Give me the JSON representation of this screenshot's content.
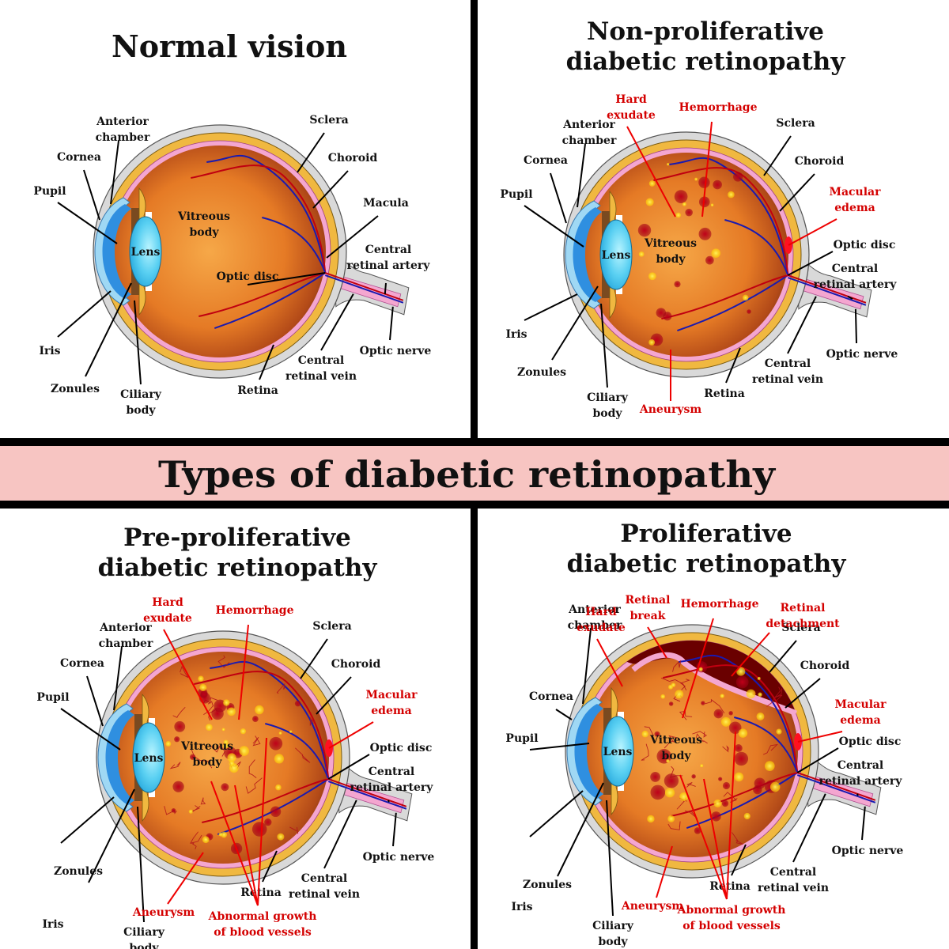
{
  "banner": {
    "title": "Types of diabetic retinopathy",
    "bg_color": "#f7c5c2"
  },
  "colors": {
    "label_black": "#111111",
    "label_red": "#d40000",
    "sclera": "#d9d9d9",
    "choroid": "#f0b840",
    "retina": "#f4a6d0",
    "vitreous_center": "#f5a040",
    "vitreous_edge": "#8a3a10",
    "lens": "#5cd0f0",
    "cornea": "#2f8fe0",
    "artery": "#c00010",
    "vein": "#1a1ab0",
    "exudate": "#ffe020",
    "hemorrhage": "#b00015",
    "detachment": "#6a0000"
  },
  "panels": [
    {
      "id": "normal",
      "title_lines": [
        "Normal vision"
      ],
      "labels": {
        "anterior_chamber": "Anterior\nchamber",
        "cornea": "Cornea",
        "pupil": "Pupil",
        "lens": "Lens",
        "vitreous": "Vitreous\nbody",
        "iris": "Iris",
        "zonules": "Zonules",
        "ciliary": "Ciliary\nbody",
        "sclera": "Sclera",
        "choroid": "Choroid",
        "macula": "Macula",
        "optic_disc": "Optic disc",
        "cra": "Central\nretinal artery",
        "optic_nerve": "Optic nerve",
        "crv": "Central\nretinal vein",
        "retina": "Retina"
      },
      "pathology_labels": {}
    },
    {
      "id": "non-proliferative",
      "title_lines": [
        "Non-proliferative",
        "diabetic retinopathy"
      ],
      "labels": {
        "anterior_chamber": "Anterior\nchamber",
        "cornea": "Cornea",
        "pupil": "Pupil",
        "lens": "Lens",
        "vitreous": "Vitreous\nbody",
        "iris": "Iris",
        "zonules": "Zonules",
        "ciliary": "Ciliary\nbody",
        "sclera": "Sclera",
        "choroid": "Choroid",
        "optic_disc": "Optic disc",
        "cra": "Central\nretinal artery",
        "optic_nerve": "Optic nerve",
        "crv": "Central\nretinal vein",
        "retina": "Retina"
      },
      "pathology_labels": {
        "hard_exudate": "Hard\nexudate",
        "hemorrhage": "Hemorrhage",
        "macular_edema": "Macular\nedema",
        "aneurysm": "Aneurysm"
      }
    },
    {
      "id": "pre-proliferative",
      "title_lines": [
        "Pre-proliferative",
        "diabetic retinopathy"
      ],
      "labels": {
        "anterior_chamber": "Anterior\nchamber",
        "cornea": "Cornea",
        "pupil": "Pupil",
        "lens": "Lens",
        "vitreous": "Vitreous\nbody",
        "iris": "Iris",
        "zonules": "Zonules",
        "ciliary": "Ciliary\nbody",
        "sclera": "Sclera",
        "choroid": "Choroid",
        "optic_disc": "Optic disc",
        "cra": "Central\nretinal artery",
        "optic_nerve": "Optic nerve",
        "crv": "Central\nretinal vein",
        "retina": "Retina"
      },
      "pathology_labels": {
        "hard_exudate": "Hard\nexudate",
        "hemorrhage": "Hemorrhage",
        "macular_edema": "Macular\nedema",
        "aneurysm": "Aneurysm",
        "abnormal_growth": "Abnormal growth\nof blood vessels"
      }
    },
    {
      "id": "proliferative",
      "title_lines": [
        "Proliferative",
        "diabetic retinopathy"
      ],
      "labels": {
        "anterior_chamber": "Anterior\nchamber",
        "cornea": "Cornea",
        "pupil": "Pupil",
        "lens": "Lens",
        "vitreous": "Vitreous\nbody",
        "iris": "Iris",
        "zonules": "Zonules",
        "ciliary": "Ciliary\nbody",
        "sclera": "Sclera",
        "choroid": "Choroid",
        "optic_disc": "Optic disc",
        "cra": "Central\nretinal artery",
        "optic_nerve": "Optic nerve",
        "crv": "Central\nretinal vein",
        "retina": "Retina"
      },
      "pathology_labels": {
        "hard_exudate": "Hard\nexudate",
        "retinal_break": "Retinal\nbreak",
        "hemorrhage": "Hemorrhage",
        "retinal_detachment": "Retinal\ndetachment",
        "macular_edema": "Macular\nedema",
        "aneurysm": "Aneurysm",
        "abnormal_growth": "Abnormal growth\nof blood vessels"
      }
    }
  ]
}
